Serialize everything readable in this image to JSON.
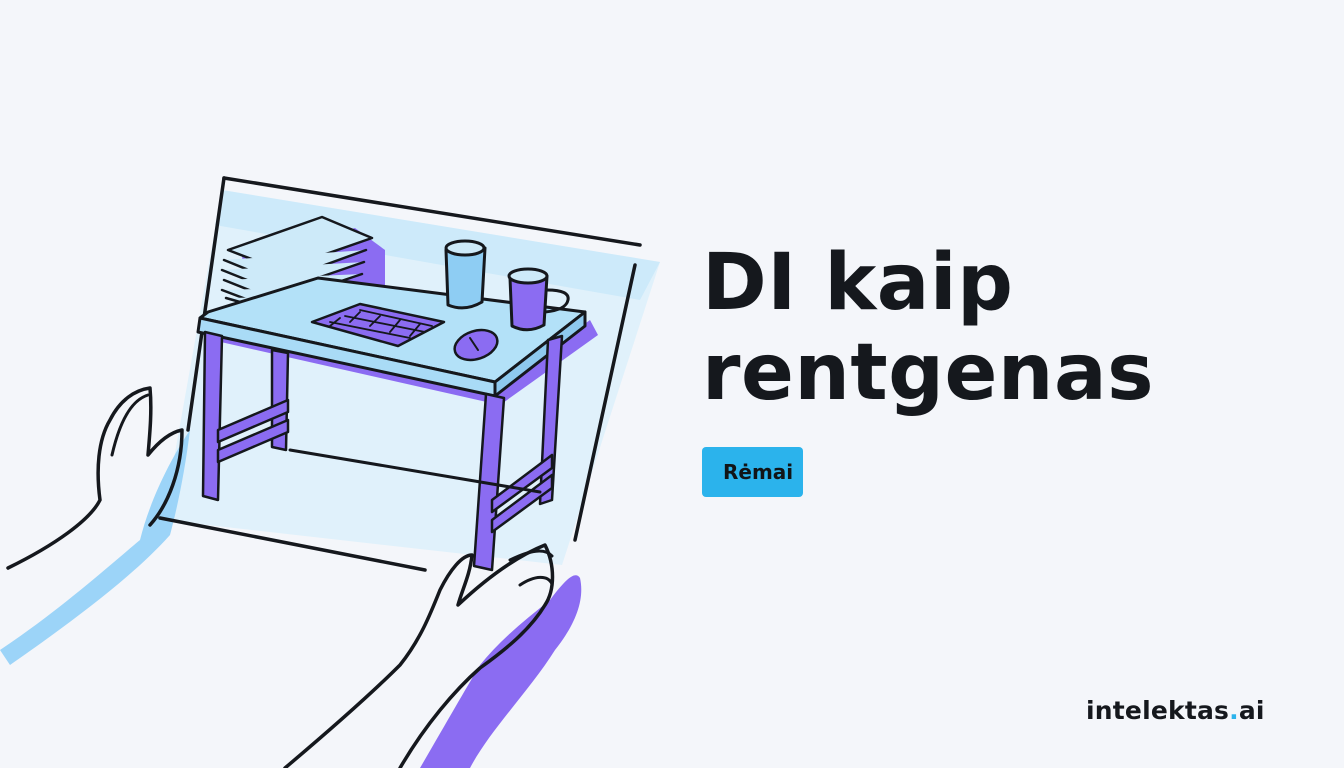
{
  "hero": {
    "title_line1": "DI kaip",
    "title_line2": "rentgenas",
    "category_badge": "Rėmai"
  },
  "brand": {
    "name_part1": "intelektas",
    "dot": ".",
    "name_part2": "ai"
  },
  "colors": {
    "background": "#f4f6fa",
    "accent_blue": "#2bb3ec",
    "accent_purple": "#8b6cf2",
    "text_dark": "#15181d"
  },
  "illustration": {
    "icon_name": "xray-sheet-desk-illustration"
  }
}
